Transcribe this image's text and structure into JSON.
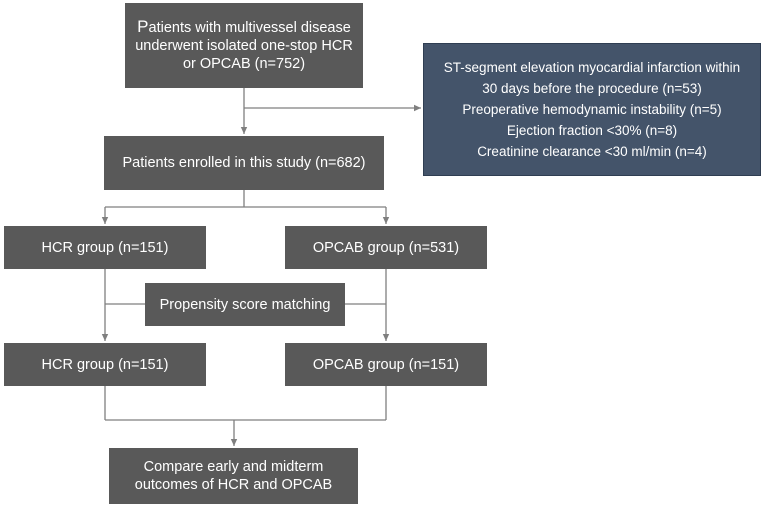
{
  "colors": {
    "box_fill": "#595959",
    "exclusion_fill": "#44546a",
    "box_text": "#ffffff",
    "connector": "#7f7f7f"
  },
  "nodes": {
    "start": {
      "lead": "P",
      "line1": "atients with multivessel disease",
      "line2": "underwent isolated one-stop HCR",
      "line3": "or OPCAB   (n=752)"
    },
    "exclusion": {
      "lines": [
        "ST-segment elevation myocardial infarction within",
        "30 days before the procedure  (n=53)",
        "Preoperative hemodynamic instability (n=5)",
        "Ejection fraction <30% (n=8)",
        "Creatinine clearance <30 ml/min (n=4)"
      ]
    },
    "enrolled": {
      "label": "Patients enrolled in this study (n=682)"
    },
    "hcr_before": {
      "label": "HCR group (n=151)"
    },
    "opcab_before": {
      "label": "OPCAB group (n=531)"
    },
    "psm": {
      "label": "Propensity score matching"
    },
    "hcr_after": {
      "label": "HCR group (n=151)"
    },
    "opcab_after": {
      "label": "OPCAB group (n=151)"
    },
    "compare": {
      "line1": "Compare early and midterm",
      "line2": "outcomes of HCR and OPCAB"
    }
  }
}
